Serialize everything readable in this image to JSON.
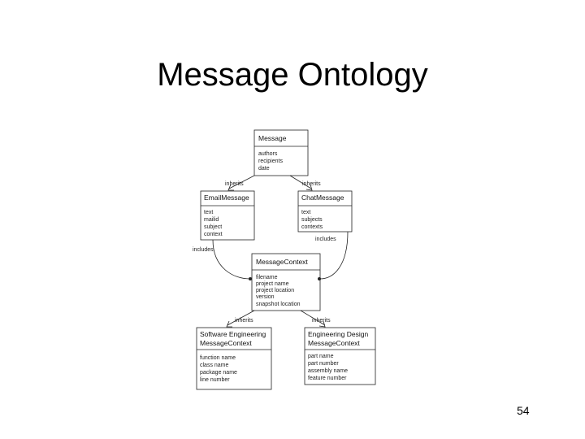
{
  "slide": {
    "title": "Message Ontology",
    "page_number": "54"
  },
  "diagram": {
    "classes": {
      "message": {
        "name": [
          "Message"
        ],
        "attributes": [
          "authors",
          "recipients",
          "date"
        ]
      },
      "email_message": {
        "name": [
          "EmailMessage"
        ],
        "attributes": [
          "text",
          "mailid",
          "subject",
          "context"
        ]
      },
      "chat_message": {
        "name": [
          "ChatMessage"
        ],
        "attributes": [
          "text",
          "subjects",
          "contexts"
        ]
      },
      "message_context": {
        "name": [
          "MessageContext"
        ],
        "attributes": [
          "filename",
          "project name",
          "project location",
          "version",
          "snapshot location"
        ]
      },
      "software_engineering": {
        "name": [
          "Software Engineering",
          "MessageContext"
        ],
        "attributes": [
          "function name",
          "class name",
          "package name",
          "line number"
        ]
      },
      "engineering_design": {
        "name": [
          "Engineering Design",
          "MessageContext"
        ],
        "attributes": [
          "part name",
          "part number",
          "assembly name",
          "feature number"
        ]
      }
    },
    "relations": {
      "inherits": "inherits",
      "includes": "includes"
    }
  }
}
